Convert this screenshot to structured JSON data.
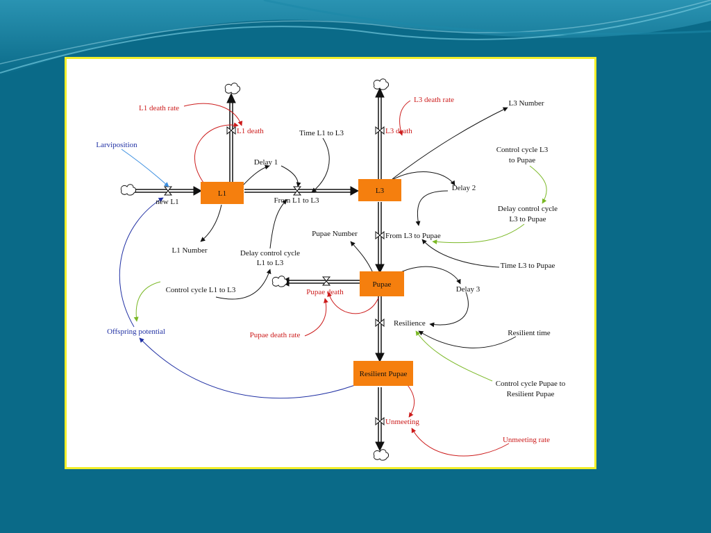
{
  "colors": {
    "background": "#0a6a88",
    "frame_border": "#f2ee2a",
    "stock_fill": "#f57f0e",
    "red": "#cc1b1b",
    "blue": "#1f2fa3",
    "green": "#7ab825",
    "arrow_blue": "#3a8ee0"
  },
  "stocks": {
    "l1": "L1",
    "l3": "L3",
    "pupae": "Pupae",
    "resilient_pupae": "Resilient Pupae"
  },
  "flows": {
    "new_l1": "new L1",
    "l1_death": "L1 death",
    "from_l1_to_l3": "From L1 to L3",
    "l3_death": "L3 death",
    "from_l3_to_pupae": "From L3 to Pupae",
    "pupae_death": "Pupae death",
    "resilience": "Resilience",
    "unmeeting": "Unmeeting"
  },
  "variables": {
    "l1_death_rate": "L1 death rate",
    "larviposition": "Larviposition",
    "delay_1": "Delay 1",
    "time_l1_to_l3": "Time L1 to L3",
    "l1_number": "L1 Number",
    "delay_control_cycle_l1_l3_line1": "Delay control cycle",
    "delay_control_cycle_l1_l3_line2": "L1 to L3",
    "control_cycle_l1_to_l3": "Control cycle L1 to L3",
    "offspring_potential": "Offspring potential",
    "l3_death_rate": "L3 death rate",
    "l3_number": "L3 Number",
    "control_cycle_l3_pupae_line1": "Control cycle L3",
    "control_cycle_l3_pupae_line2": "to Pupae",
    "delay_2": "Delay 2",
    "delay_control_cycle_l3_pupae_line1": "Delay control cycle",
    "delay_control_cycle_l3_pupae_line2": "L3 to Pupae",
    "pupae_number": "Pupae Number",
    "time_l3_to_pupae": "Time L3 to Pupae",
    "delay_3": "Delay 3",
    "pupae_death_rate": "Pupae death rate",
    "resilient_time": "Resilient time",
    "control_cycle_pupae_resilient_line1": "Control cycle Pupae to",
    "control_cycle_pupae_resilient_line2": "Resilient Pupae",
    "unmeeting_rate": "Unmeeting rate"
  }
}
